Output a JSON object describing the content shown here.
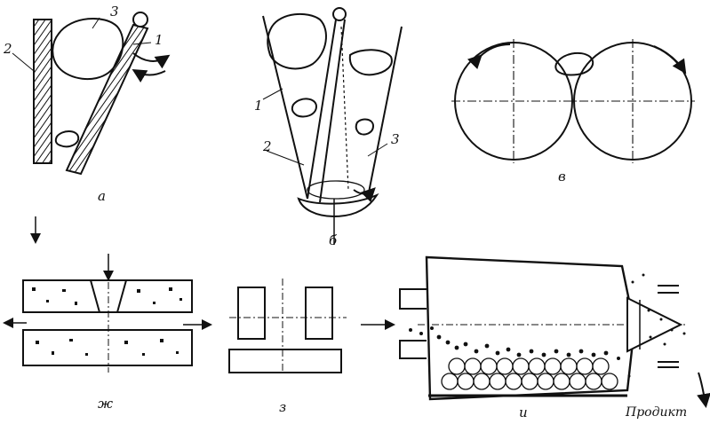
{
  "panel_a": {
    "caption": "а",
    "labels": {
      "n1": "1",
      "n2": "2",
      "n3": "3"
    }
  },
  "panel_b": {
    "caption": "б",
    "labels": {
      "n1": "1",
      "n2": "2",
      "n3": "3"
    }
  },
  "panel_v": {
    "caption": "в"
  },
  "panel_zh": {
    "caption": "ж"
  },
  "panel_z": {
    "caption": "з"
  },
  "panel_i": {
    "caption": "и",
    "product_label": "Продикт"
  },
  "colors": {
    "ink": "#111111",
    "background": "#ffffff"
  }
}
